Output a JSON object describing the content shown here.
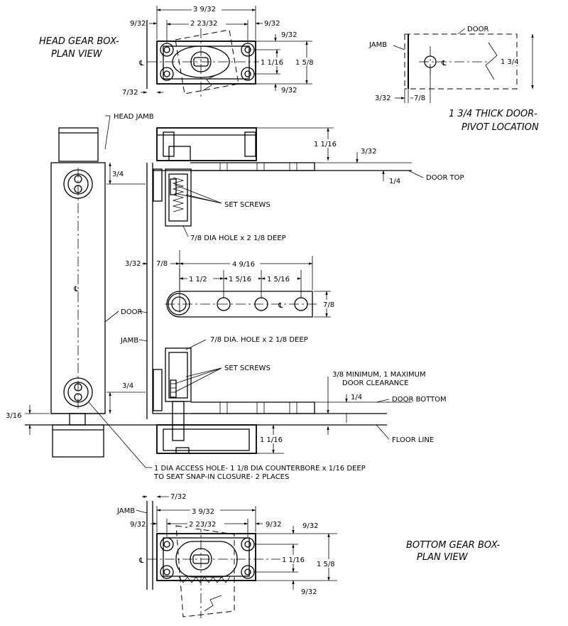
{
  "titles": {
    "head_gear_box_1": "HEAD GEAR BOX-",
    "head_gear_box_2": "PLAN VIEW",
    "door_thick_1": "1 3/4 THICK DOOR-",
    "door_thick_2": "PIVOT LOCATION",
    "bottom_gear_box_1": "BOTTOM GEAR BOX-",
    "bottom_gear_box_2": "PLAN VIEW"
  },
  "head_plan": {
    "overall": "3 9/32",
    "inner": "2 23/32",
    "left_edge": "9/32",
    "right_edge": "9/32",
    "top_offset": "9/32",
    "bottom_offset": "9/32",
    "depth_inner": "1 1/16",
    "depth_overall": "1 5/8",
    "jamb_offset": "7/32",
    "centerline": "℄"
  },
  "pivot_location": {
    "door_label": "DOOR",
    "jamb_label": "JAMB",
    "thickness": "1 3/4",
    "gap": "3/32",
    "offset": "7/8",
    "centerline": "℄"
  },
  "elevation": {
    "head_jamb": "HEAD JAMB",
    "dim_3_4_top": "3/4",
    "dim_1_1_16_top": "1 1/16",
    "dim_3_32_top": "3/32",
    "dim_1_4_top": "1/4",
    "door_top": "DOOR TOP",
    "set_screws_top": "SET SCREWS",
    "hole_top": "7/8 DIA HOLE x 2 1/8 DEEP",
    "dim_3_32_side": "3/32",
    "dim_7_8_side": "7/8",
    "centerline": "℄",
    "door_label": "DOOR",
    "jamb_label": "JAMB",
    "hole_bottom": "7/8 DIA. HOLE x 2 1/8 DEEP",
    "set_screws_bottom": "SET SCREWS",
    "dim_3_4_bottom": "3/4",
    "clearance_1": "3/8 MINIMUM, 1 MAXIMUM",
    "clearance_2": "DOOR CLEARANCE",
    "dim_1_4_bottom": "1/4",
    "door_bottom": "DOOR BOTTOM",
    "dim_3_16": "3/16",
    "dim_1_1_16_bottom": "1 1/16",
    "floor_line": "FLOOR LINE",
    "access_hole_1": "1 DIA ACCESS HOLE- 1 1/8 DIA COUNTERBORE x 1/16 DEEP",
    "access_hole_2": "TO SEAT SNAP-IN CLOSURE- 2 PLACES"
  },
  "arm_plan": {
    "overall": "4 9/16",
    "dim_a": "1 1/2",
    "dim_b": "1 5/16",
    "dim_c": "1 5/16",
    "width": "7/8",
    "centerline": "℄"
  },
  "bottom_plan": {
    "jamb_label": "JAMB",
    "jamb_offset": "7/32",
    "overall": "3 9/32",
    "inner": "2 23/32",
    "left_edge": "9/32",
    "right_edge": "9/32",
    "top_offset": "9/32",
    "bottom_offset": "9/32",
    "depth_inner": "1 1/16",
    "depth_overall": "1 5/8",
    "centerline": "℄"
  }
}
